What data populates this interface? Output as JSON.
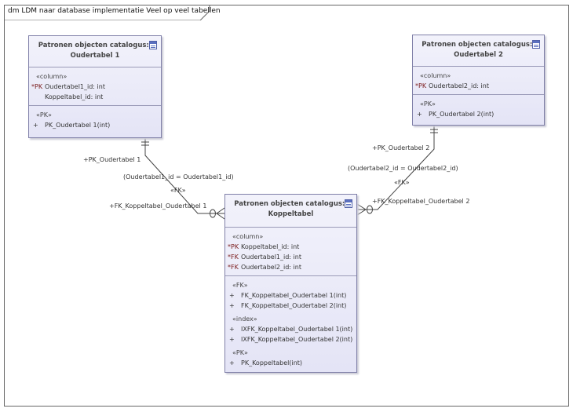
{
  "diagram": {
    "title": "dm LDM naar database implementatie Veel op veel tabellen"
  },
  "tables": {
    "oudertabel1": {
      "name": "Patronen objecten catalogus:: Oudertabel 1",
      "sections": [
        {
          "stereotype": "«column»",
          "rows": [
            {
              "prefix": "*PK",
              "text": "Oudertabel1_id: int"
            },
            {
              "prefix": "",
              "text": "Koppeltabel_id: int"
            }
          ]
        },
        {
          "stereotype": "«PK»",
          "rows": [
            {
              "prefix": "+",
              "text": "PK_Oudertabel 1(int)"
            }
          ]
        }
      ]
    },
    "oudertabel2": {
      "name": "Patronen objecten catalogus:: Oudertabel 2",
      "sections": [
        {
          "stereotype": "«column»",
          "rows": [
            {
              "prefix": "*PK",
              "text": "Oudertabel2_id: int"
            }
          ]
        },
        {
          "stereotype": "«PK»",
          "rows": [
            {
              "prefix": "+",
              "text": "PK_Oudertabel 2(int)"
            }
          ]
        }
      ]
    },
    "koppeltabel": {
      "name": "Patronen objecten catalogus:: Koppeltabel",
      "sections": [
        {
          "stereotype": "«column»",
          "rows": [
            {
              "prefix": "*PK",
              "text": "Koppeltabel_id: int"
            },
            {
              "prefix": "*FK",
              "text": "Oudertabel1_id: int"
            },
            {
              "prefix": "*FK",
              "text": "Oudertabel2_id: int"
            }
          ]
        },
        {
          "stereotype": "«FK»",
          "rows": [
            {
              "prefix": "+",
              "text": "FK_Koppeltabel_Oudertabel 1(int)"
            },
            {
              "prefix": "+",
              "text": "FK_Koppeltabel_Oudertabel 2(int)"
            }
          ],
          "extra": [
            {
              "stereotype": "«index»",
              "rows": [
                {
                  "prefix": "+",
                  "text": "IXFK_Koppeltabel_Oudertabel 1(int)"
                },
                {
                  "prefix": "+",
                  "text": "IXFK_Koppeltabel_Oudertabel 2(int)"
                }
              ]
            }
          ]
        },
        {
          "stereotype": "«PK»",
          "rows": [
            {
              "prefix": "+",
              "text": "PK_Koppeltabel(int)"
            }
          ]
        }
      ]
    }
  },
  "relations": {
    "rel1": {
      "pk_label": "+PK_Oudertabel 1",
      "condition": "(Oudertabel1_id = Oudertabel1_id)",
      "stereotype": "«FK»",
      "fk_label": "+FK_Koppeltabel_Oudertabel 1"
    },
    "rel2": {
      "pk_label": "+PK_Oudertabel 2",
      "condition": "(Oudertabel2_id = Oudertabel2_id)",
      "stereotype": "«FK»",
      "fk_label": "+FK_Koppeltabel_Oudertabel 2"
    }
  }
}
